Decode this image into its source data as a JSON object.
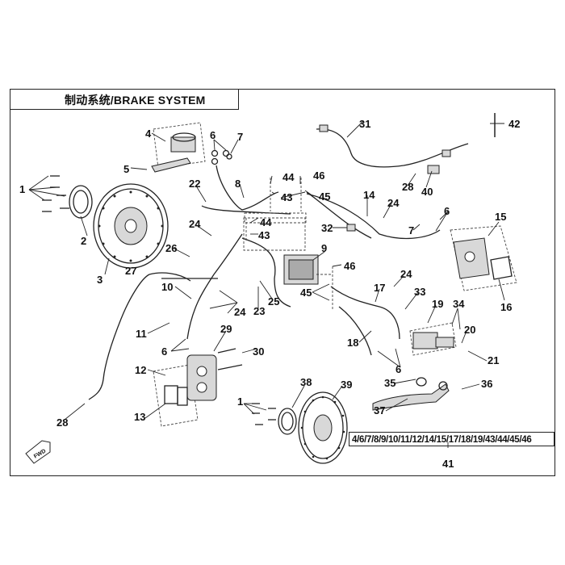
{
  "page_title": "制动系统/BRAKE SYSTEM",
  "kit_list": "4/6/7/8/9/10/11/12/14/15/17/18/19/43/44/45/46",
  "fwd_label": "FWD",
  "callouts": {
    "c1a": "1",
    "c1b": "1",
    "c2": "2",
    "c3": "3",
    "c4": "4",
    "c5": "5",
    "c6a": "6",
    "c6b": "6",
    "c6c": "6",
    "c6d": "6",
    "c7a": "7",
    "c7b": "7",
    "c8": "8",
    "c9": "9",
    "c10": "10",
    "c11": "11",
    "c12": "12",
    "c13": "13",
    "c14": "14",
    "c15": "15",
    "c16": "16",
    "c17": "17",
    "c18": "18",
    "c19": "19",
    "c20": "20",
    "c21": "21",
    "c22": "22",
    "c23": "23",
    "c24a": "24",
    "c24b": "24",
    "c24c": "24",
    "c24d": "24",
    "c25": "25",
    "c26": "26",
    "c27": "27",
    "c28a": "28",
    "c28b": "28",
    "c29": "29",
    "c30": "30",
    "c31": "31",
    "c32": "32",
    "c33": "33",
    "c34": "34",
    "c35": "35",
    "c36": "36",
    "c37": "37",
    "c38": "38",
    "c39": "39",
    "c40": "40",
    "c41": "41",
    "c42": "42",
    "c43a": "43",
    "c43b": "43",
    "c44a": "44",
    "c44b": "44",
    "c45a": "45",
    "c45b": "45",
    "c46a": "46",
    "c46b": "46"
  },
  "colors": {
    "line": "#222222",
    "part_fill": "#d8d8d8",
    "background": "#ffffff"
  }
}
